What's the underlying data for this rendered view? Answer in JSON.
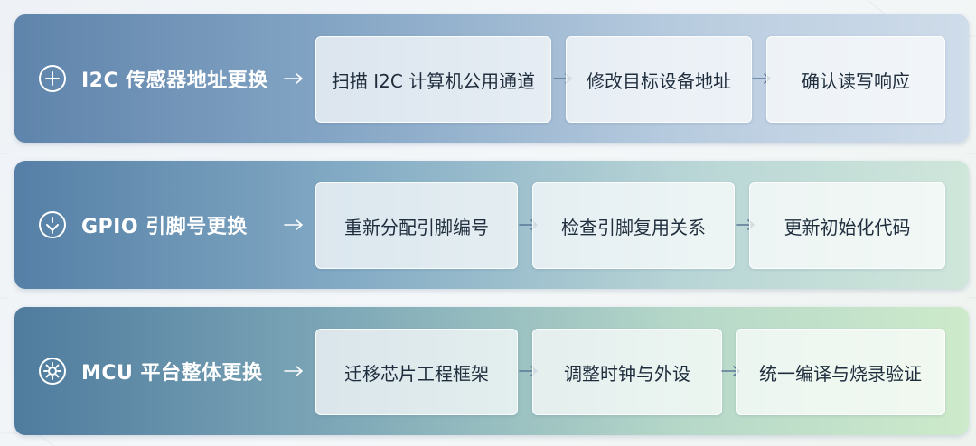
{
  "rows": [
    {
      "title": "I2C 传感器地址更换",
      "icon": "plus-circle-icon",
      "steps": [
        "扫描 I2C 计算机公用通道",
        "修改目标设备地址",
        "确认读写响应"
      ]
    },
    {
      "title": "GPIO 引脚号更换",
      "icon": "pin-circle-icon",
      "steps": [
        "重新分配引脚编号",
        "检查引脚复用关系",
        "更新初始化代码"
      ]
    },
    {
      "title": "MCU 平台整体更换",
      "icon": "gear-icon",
      "steps": [
        "迁移芯片工程框架",
        "调整时钟与外设",
        "统一编译与烧录验证"
      ]
    }
  ],
  "colors": {
    "title": "#ffffff",
    "step_text": "#1f2d3d",
    "arrow": "#ffffff"
  }
}
